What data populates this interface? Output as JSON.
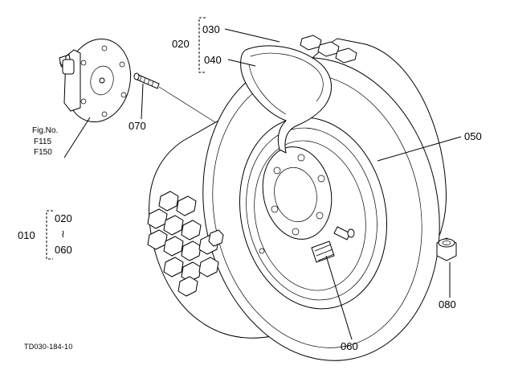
{
  "callouts": {
    "c010": "010",
    "c020_group": "020",
    "c020_range_start": "020",
    "c030": "030",
    "c040": "040",
    "c050": "050",
    "c060_range_end": "060",
    "c060": "060",
    "c070": "070",
    "c080": "080",
    "range_symbol": "≀"
  },
  "figure_ref": {
    "label": "Fig.No.",
    "ref1": "F115",
    "ref2": "F150"
  },
  "drawing_id": "TD030-184-10"
}
